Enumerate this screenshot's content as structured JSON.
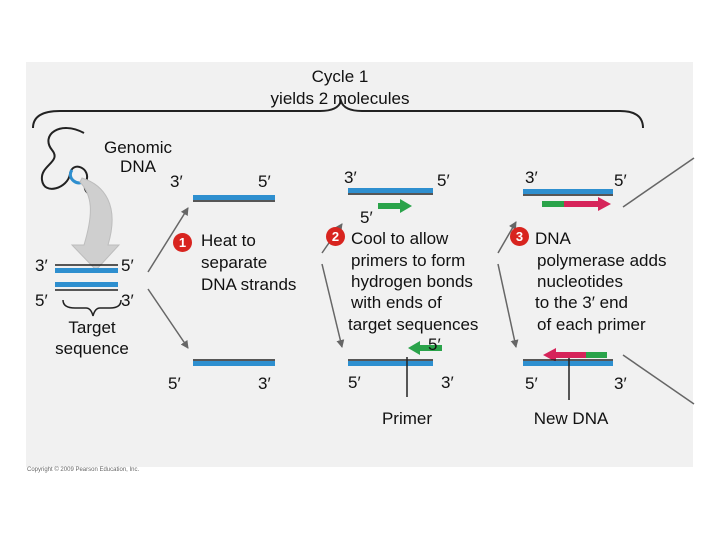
{
  "header": {
    "line1": "Cycle 1",
    "line2": "yields 2 molecules"
  },
  "genomic": {
    "line1": "Genomic",
    "line2": "DNA"
  },
  "target": {
    "line1": "Target",
    "line2": "sequence"
  },
  "ends": {
    "five": "5′",
    "three": "3′"
  },
  "steps": [
    {
      "num": "1",
      "lines": [
        "Heat to",
        "separate",
        "DNA strands"
      ]
    },
    {
      "num": "2",
      "lines": [
        "Cool to allow",
        "primers to form",
        "hydrogen bonds",
        "with ends of",
        "target sequences"
      ]
    },
    {
      "num": "3",
      "lines": [
        "DNA",
        "polymerase adds",
        "nucleotides",
        "to the 3′ end",
        "of each primer"
      ]
    }
  ],
  "primer_label": "Primer",
  "newdna_label": "New DNA",
  "copyright": "Copyright © 2009 Pearson Education, Inc.",
  "colors": {
    "panel": "#f1f1f1",
    "dna_blue": "#2e8fcf",
    "primer_green": "#2aa34a",
    "new_dna": "#d6245a",
    "arrow_gray": "#666666",
    "step_badge": "#d8241f"
  },
  "icons": {
    "genomic_dna": "squiggle-dna-icon",
    "funnel_arrow": "gray-funnel-arrow-icon"
  }
}
